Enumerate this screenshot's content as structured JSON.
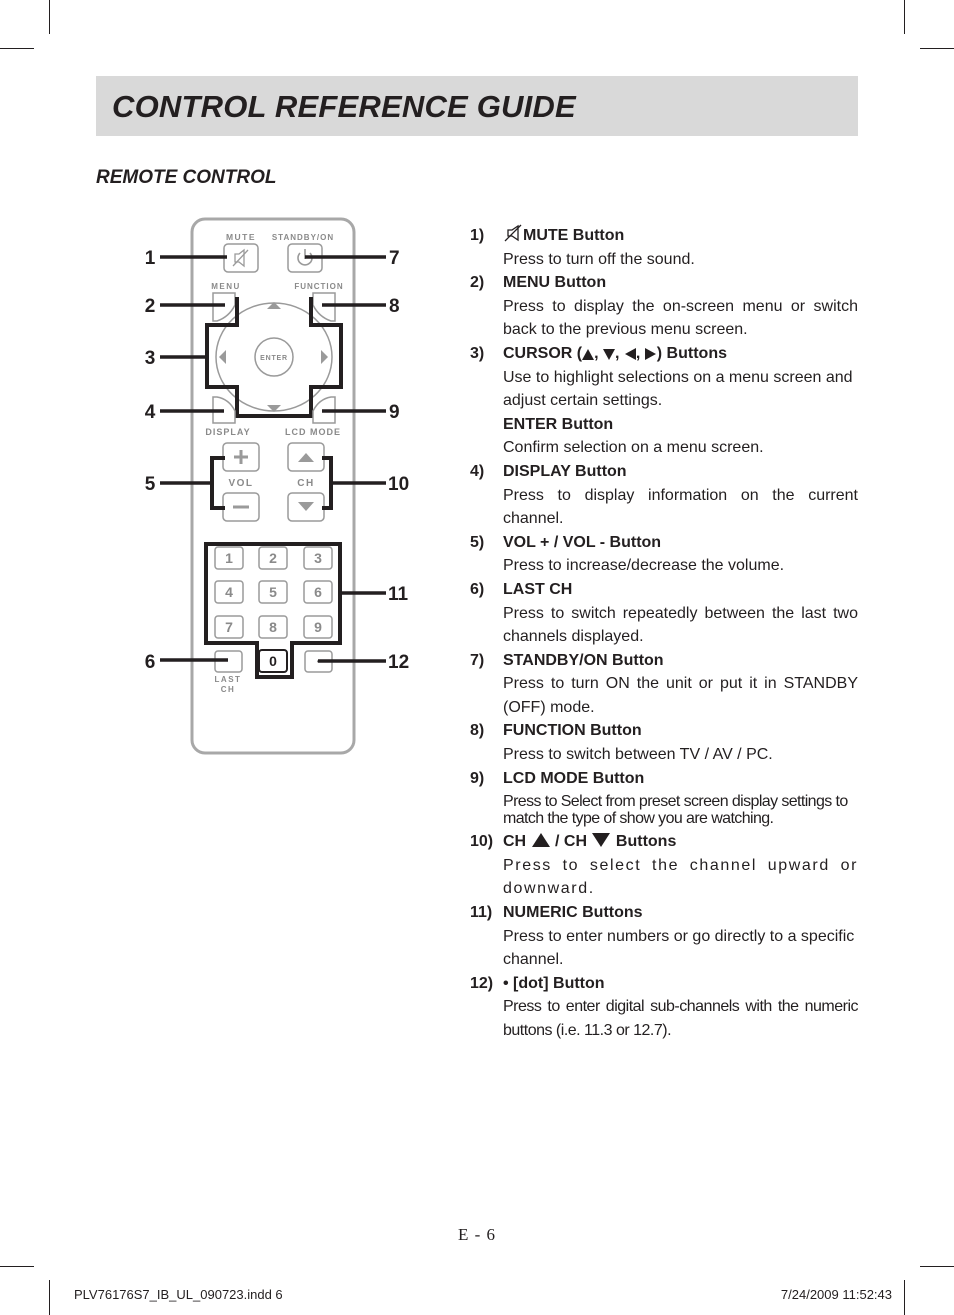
{
  "header": {
    "title": "CONTROL REFERENCE GUIDE"
  },
  "section": {
    "subtitle": "REMOTE CONTROL"
  },
  "remote": {
    "button_labels": {
      "mute": "MUTE",
      "standby": "STANDBY/ON",
      "menu": "MENU",
      "function": "FUNCTION",
      "enter": "ENTER",
      "display": "DISPLAY",
      "lcd_mode": "LCD MODE",
      "vol": "VOL",
      "ch": "CH",
      "last_ch_1": "LAST",
      "last_ch_2": "CH",
      "dot": "•"
    },
    "keypad": [
      "1",
      "2",
      "3",
      "4",
      "5",
      "6",
      "7",
      "8",
      "9",
      "0"
    ],
    "callouts_left": [
      "1",
      "2",
      "3",
      "4",
      "5",
      "6"
    ],
    "callouts_right": [
      "7",
      "8",
      "9",
      "10",
      "11",
      "12"
    ]
  },
  "items": [
    {
      "num": "1)",
      "head": "MUTE Button",
      "icon": "mute-icon",
      "desc": [
        "Press to turn off the sound."
      ]
    },
    {
      "num": "2)",
      "head": "MENU Button",
      "desc": [
        "Press to display the on-screen menu or switch back to the previous menu screen."
      ]
    },
    {
      "num": "3)",
      "head_pre": "CURSOR (",
      "head_post": ") Buttons",
      "desc": [
        "Use to highlight selections on a menu screen and adjust  certain settings."
      ],
      "sub_head": "ENTER Button",
      "sub_desc": "Confirm selection on a menu screen."
    },
    {
      "num": "4)",
      "head": "DISPLAY Button",
      "desc": [
        "Press to display information on the current channel."
      ]
    },
    {
      "num": "5)",
      "head": "VOL + / VOL - Button",
      "desc": [
        "Press to increase/decrease the volume."
      ]
    },
    {
      "num": "6)",
      "head": "LAST CH",
      "desc": [
        "Press to switch repeatedly between the last two channels displayed."
      ]
    },
    {
      "num": "7)",
      "head": "STANDBY/ON Button",
      "desc": [
        "Press to turn ON the unit or put it in STANDBY (OFF) mode."
      ]
    },
    {
      "num": "8)",
      "head": "FUNCTION Button",
      "desc": [
        "Press to switch between TV / AV / PC."
      ]
    },
    {
      "num": "9)",
      "head": "LCD MODE Button",
      "desc": [
        "Press to Select from preset screen display settings to match the type of show you are watching."
      ]
    },
    {
      "num": "10)",
      "head_a": "CH",
      "head_b": "/ CH",
      "head_c": "Buttons",
      "desc": [
        "Press to select the channel upward or downward."
      ]
    },
    {
      "num": "11)",
      "head": "NUMERIC Buttons",
      "desc": [
        "Press to enter numbers or go directly to a specific channel."
      ]
    },
    {
      "num": "12)",
      "head": "• [dot] Button",
      "desc": [
        "Press to enter digital sub-channels with the numeric buttons (i.e. 11.3 or 12.7)."
      ]
    }
  ],
  "footer": {
    "page": "E - 6",
    "file": "PLV76176S7_IB_UL_090723.indd   6",
    "timestamp": "7/24/2009   11:52:43"
  }
}
